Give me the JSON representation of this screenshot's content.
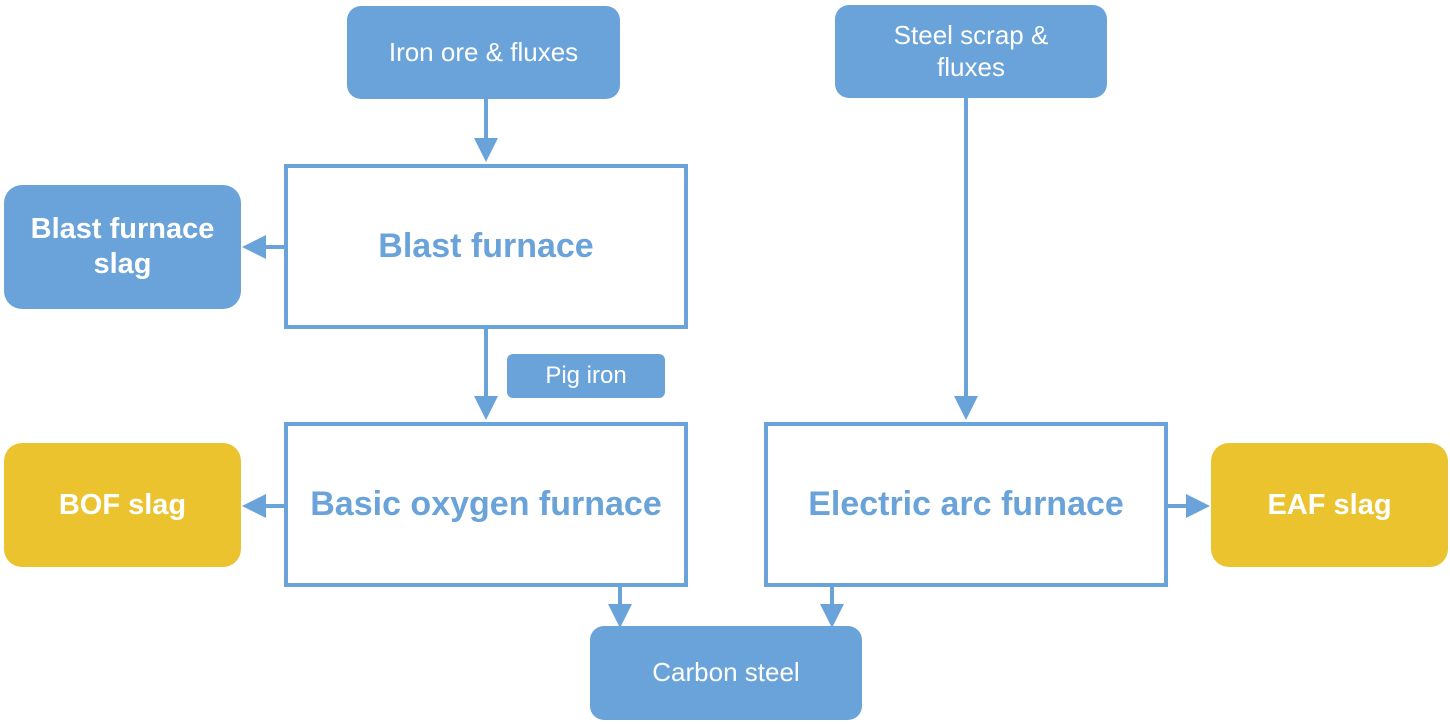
{
  "nodes": {
    "iron_ore": "Iron ore & fluxes",
    "steel_scrap": "Steel scrap & fluxes",
    "blast_furnace": "Blast furnace",
    "blast_furnace_slag": "Blast furnace slag",
    "pig_iron": "Pig iron",
    "basic_oxygen_furnace": "Basic oxygen furnace",
    "bof_slag": "BOF slag",
    "electric_arc_furnace": "Electric arc furnace",
    "eaf_slag": "EAF slag",
    "carbon_steel": "Carbon steel"
  },
  "colors": {
    "blue": "#6aa3d9",
    "gold": "#ebc32f",
    "white": "#ffffff"
  }
}
